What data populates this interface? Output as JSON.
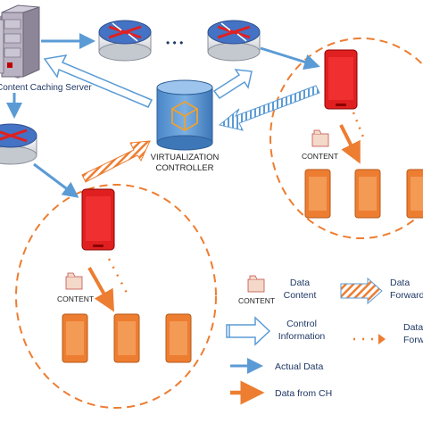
{
  "labels": {
    "caching_server": "Content Caching Server",
    "controller_line1": "VIRTUALIZATION",
    "controller_line2": "CONTROLLER",
    "content_top": "CONTENT",
    "content_bottom": "CONTENT",
    "routers_ellipsis": "•  •  •"
  },
  "legend": {
    "content_icon_label": "CONTENT",
    "data_content_line1": "Data",
    "data_content_line2": "Content",
    "control_line1": "Control",
    "control_line2": "Information",
    "actual_data": "Actual Data",
    "data_from_ch": "Data from CH",
    "data_forwarding_line1": "Data",
    "data_forwarding_line2": "Forwarding",
    "dotted_line1": "Data",
    "dotted_line2": "Forwarding"
  },
  "colors": {
    "blue_arrow": "#5b9bd5",
    "orange": "#ed7d31",
    "red_phone": "#e02020",
    "orange_phone": "#ed7d31",
    "controller": "#5b9bd5",
    "router_body": "#eef2f8",
    "router_top": "#4472c4",
    "server": "#a9a3b2",
    "text": "#1f3864"
  },
  "icons": [
    "server-icon",
    "router-icon",
    "database-icon",
    "phone-icon",
    "folder-icon"
  ]
}
